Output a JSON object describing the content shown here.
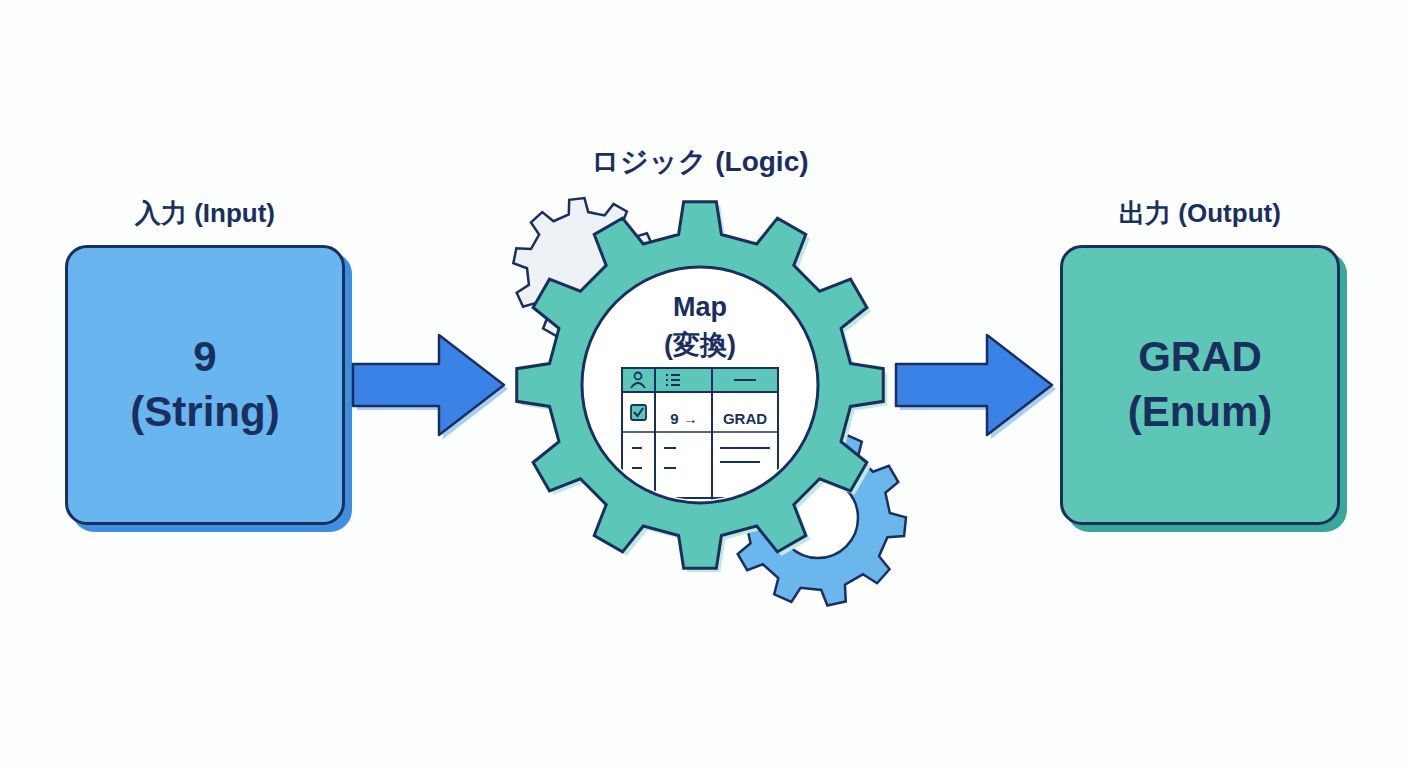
{
  "diagram": {
    "nodes": [
      {
        "text": [
          "入力 (Input)",
          "9 (String)"
        ]
      },
      {
        "text": [
          "ロジック (Logic)",
          "Map (変換)"
        ]
      },
      {
        "text": [
          "出力 (Output)",
          "GRAD (Enum)"
        ]
      }
    ],
    "edges": [
      {
        "from": 0,
        "to": 1,
        "arrow": "to"
      },
      {
        "from": 1,
        "to": 2,
        "arrow": "to"
      }
    ],
    "labels": [
      "9 →",
      "GRAD"
    ]
  }
}
